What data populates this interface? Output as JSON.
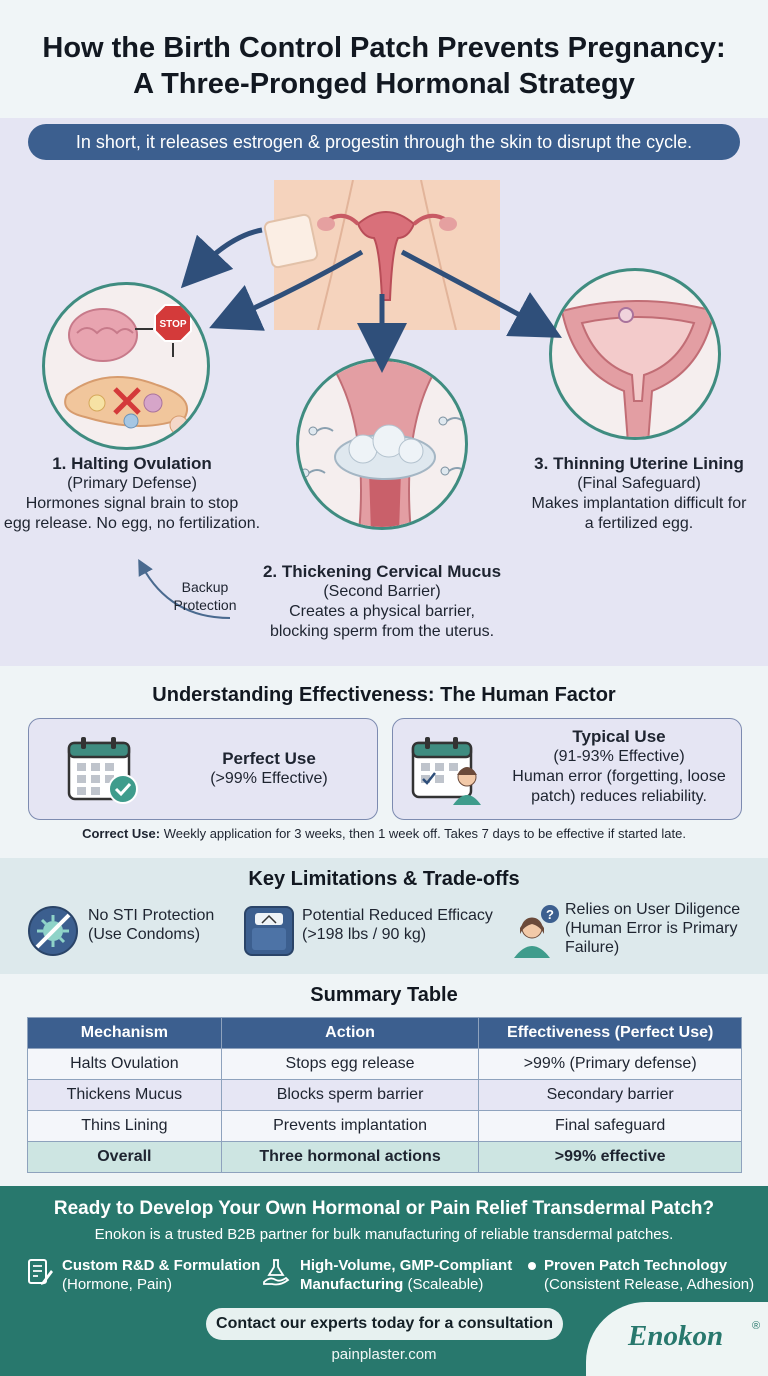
{
  "header": {
    "title_line1": "How the Birth Control Patch Prevents Pregnancy:",
    "title_line2": "A Three-Pronged Hormonal Strategy"
  },
  "summary_banner": "In short, it releases estrogen & progestin through the skin to disrupt the cycle.",
  "mechanisms": [
    {
      "title": "1. Halting Ovulation",
      "subtitle": "(Primary Defense)",
      "line1": "Hormones signal brain to stop",
      "line2": "egg release. No egg, no fertilization."
    },
    {
      "title": "2. Thickening Cervical Mucus",
      "subtitle": "(Second Barrier)",
      "line1": "Creates a physical barrier,",
      "line2": "blocking sperm from the uterus."
    },
    {
      "title": "3. Thinning Uterine Lining",
      "subtitle": "(Final Safeguard)",
      "line1": "Makes implantation difficult for",
      "line2": "a fertilized egg."
    }
  ],
  "stop_sign": "STOP",
  "backup": {
    "line1": "Backup",
    "line2": "Protection"
  },
  "effectiveness": {
    "title": "Understanding Effectiveness: The Human Factor",
    "perfect": {
      "title": "Perfect Use",
      "value": "(>99% Effective)"
    },
    "typical": {
      "title": "Typical Use",
      "value": "(91-93% Effective)",
      "line1": "Human error (forgetting, loose",
      "line2": "patch) reduces reliability."
    },
    "correct_label": "Correct Use:",
    "correct_text": " Weekly application for 3 weeks, then 1 week off. Takes 7 days to be effective if started late."
  },
  "limitations": {
    "title": "Key Limitations & Trade-offs",
    "items": [
      {
        "line1": "No STI Protection",
        "line2": "(Use Condoms)",
        "line3": "",
        "icon": "no-virus-icon"
      },
      {
        "line1": "Potential Reduced Efficacy",
        "line2": "(>198 lbs / 90 kg)",
        "line3": "",
        "icon": "scale-icon"
      },
      {
        "line1": "Relies on User Diligence",
        "line2": "(Human Error is Primary",
        "line3": "Failure)",
        "icon": "user-question-icon"
      }
    ]
  },
  "summary_table": {
    "title": "Summary Table",
    "headers": [
      "Mechanism",
      "Action",
      "Effectiveness (Perfect Use)"
    ],
    "rows": [
      [
        "Halts Ovulation",
        "Stops egg release",
        ">99% (Primary defense)"
      ],
      [
        "Thickens Mucus",
        "Blocks sperm barrier",
        "Secondary barrier"
      ],
      [
        "Thins Lining",
        "Prevents implantation",
        "Final safeguard"
      ],
      [
        "Overall",
        "Three hormonal actions",
        ">99% effective"
      ]
    ]
  },
  "footer": {
    "heading": "Ready to Develop Your Own Hormonal or Pain Relief Transdermal Patch?",
    "subheading": "Enokon is a trusted B2B partner for bulk manufacturing of reliable transdermal patches.",
    "features": [
      {
        "bold": "Custom R&D & Formulation",
        "rest_line1": "",
        "line2": "(Hormone, Pain)",
        "icon": "document-pen-icon"
      },
      {
        "bold": "High-Volume, GMP-Compliant",
        "rest_line1": "",
        "line2_bold": "Manufacturing",
        "line2": " (Scaleable)",
        "icon": "hand-flask-icon"
      },
      {
        "bold": "Proven Patch Technology",
        "rest_line1": "",
        "line2": "(Consistent Release, Adhesion)",
        "icon": "bullet-icon"
      }
    ],
    "cta": "Contact our experts today for a consultation",
    "website": "painplaster.com",
    "logo": "Enokon",
    "registered": "®"
  },
  "colors": {
    "banner_blue": "#3c5f8f",
    "teal": "#28786d",
    "lavender": "#e5e5f3"
  }
}
